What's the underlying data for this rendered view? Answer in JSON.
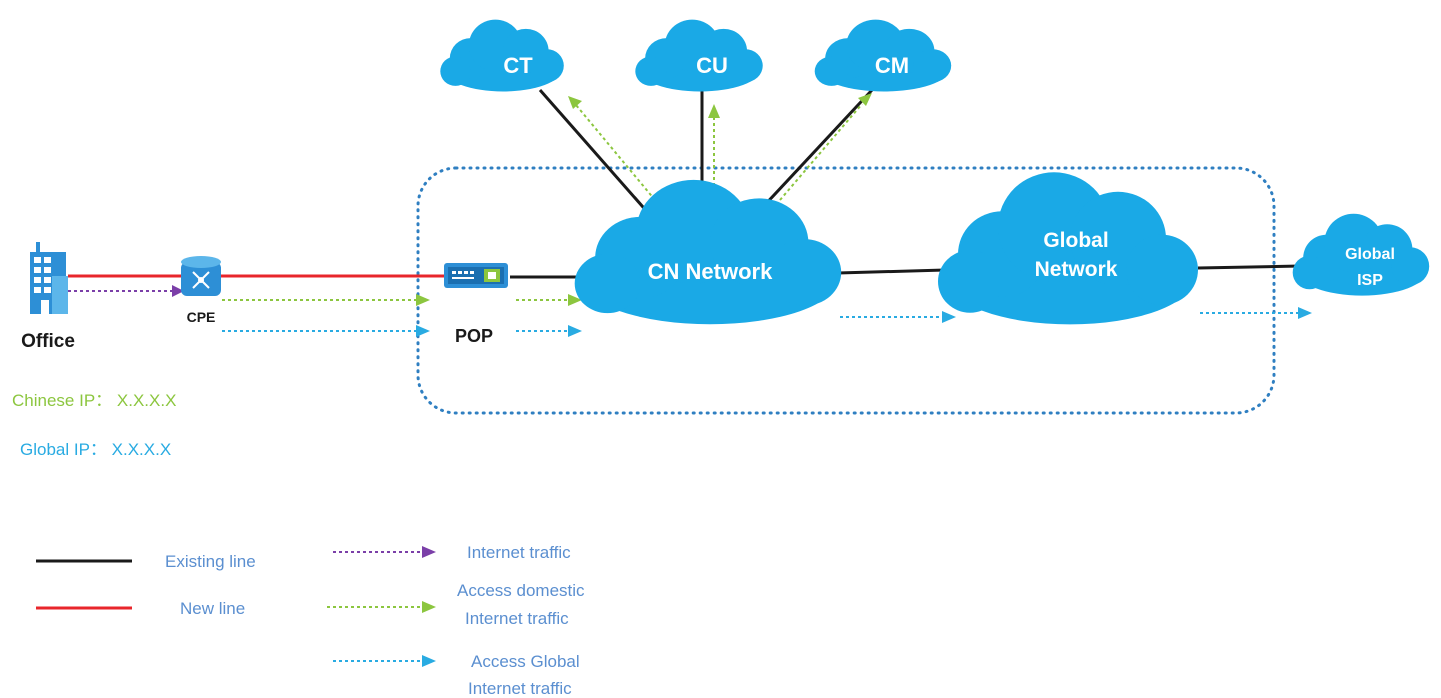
{
  "clouds": {
    "ct": "CT",
    "cu": "CU",
    "cm": "CM",
    "cn_network": "CN Network",
    "global_network_line1": "Global",
    "global_network_line2": "Network",
    "global_isp_line1": "Global",
    "global_isp_line2": "ISP"
  },
  "nodes": {
    "office": "Office",
    "cpe": "CPE",
    "pop": "POP"
  },
  "ip_info": {
    "chinese_ip": "Chinese IP： X.X.X.X",
    "global_ip": "Global IP： X.X.X.X"
  },
  "legend": {
    "existing_line": "Existing line",
    "new_line": "New line",
    "internet_traffic": "Internet traffic",
    "access_domestic_line1": "Access domestic",
    "access_domestic_line2": "Internet traffic",
    "access_global_line1": "Access Global",
    "access_global_line2": "Internet traffic"
  },
  "colors": {
    "cloud": "#1aa9e6",
    "existing_line": "#1a1a1a",
    "new_line": "#e8262b",
    "internet_traffic": "#7b3fa8",
    "domestic_traffic": "#8cc63f",
    "global_traffic": "#29abe2",
    "chinese_ip_text": "#8cc63f",
    "global_ip_text": "#29abe2",
    "legend_text": "#5b8fd0",
    "pop_boundary": "#2f7fc1"
  },
  "icons": {
    "office": "office-building-icon",
    "cpe": "router-icon",
    "pop": "switch-icon"
  }
}
